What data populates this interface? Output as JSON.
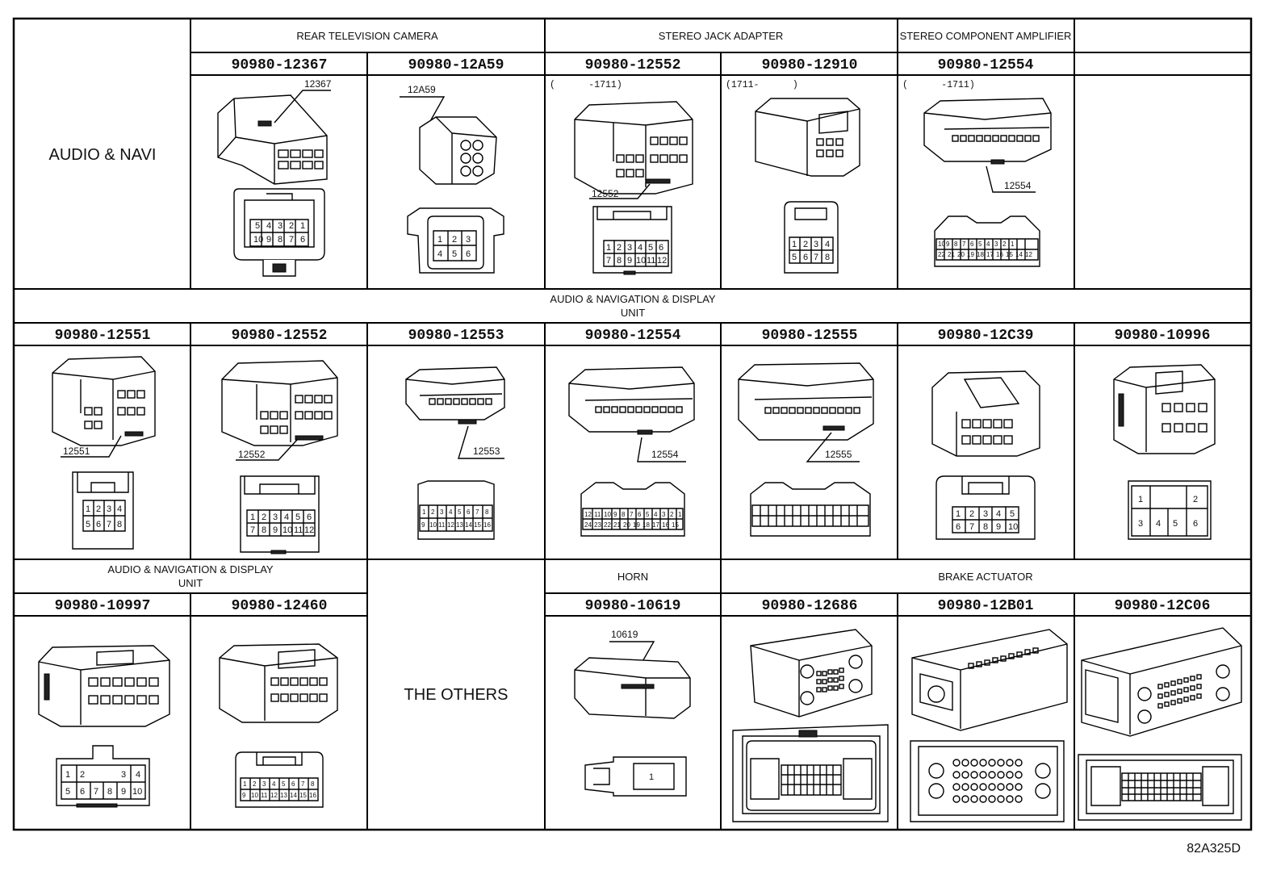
{
  "sections": {
    "audio_navi": "AUDIO & NAVI",
    "rear_tv_camera": "REAR TELEVISION CAMERA",
    "stereo_jack_adapter": "STEREO JACK ADAPTER",
    "stereo_component_amplifier": "STEREO COMPONENT AMPLIFIER",
    "audio_nav_display_line1": "AUDIO & NAVIGATION & DISPLAY",
    "audio_nav_display_line2": "UNIT",
    "the_others": "THE OTHERS",
    "horn": "HORN",
    "brake_actuator": "BRAKE ACTUATOR"
  },
  "row1": {
    "part_numbers": [
      "90980-12367",
      "90980-12A59",
      "90980-12552",
      "90980-12910",
      "90980-12554"
    ],
    "callouts": [
      "12367",
      "12A59",
      "12552",
      "12554"
    ],
    "date_ranges": [
      "(      -1711)",
      "(1711-      )",
      "(      -1711)"
    ]
  },
  "row2": {
    "part_numbers": [
      "90980-12551",
      "90980-12552",
      "90980-12553",
      "90980-12554",
      "90980-12555",
      "90980-12C39",
      "90980-10996"
    ],
    "callouts": [
      "12551",
      "12552",
      "12553",
      "12554",
      "12555"
    ]
  },
  "row3": {
    "part_numbers": [
      "90980-10997",
      "90980-12460",
      "90980-10619",
      "90980-12686",
      "90980-12B01",
      "90980-12C06"
    ],
    "callouts": [
      "10619"
    ]
  },
  "reference_code": "82A325D"
}
